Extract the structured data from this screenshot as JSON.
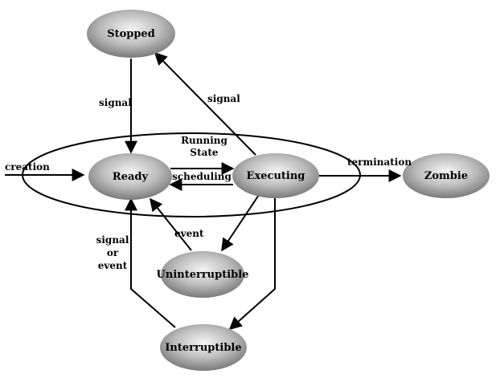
{
  "states": {
    "stopped": "Stopped",
    "ready": "Ready",
    "executing": "Executing",
    "zombie": "Zombie",
    "uninterruptible": "Uninterruptible",
    "interruptible": "Interruptible"
  },
  "running_state": {
    "line1": "Running",
    "line2": "State"
  },
  "transitions": {
    "creation": "creation",
    "termination": "termination",
    "scheduling": "scheduling",
    "signal_stopped_ready": "signal",
    "signal_executing_stopped": "signal",
    "event": "event",
    "signal_or_event_line1": "signal",
    "signal_or_event_line2": "or",
    "signal_or_event_line3": "event"
  }
}
